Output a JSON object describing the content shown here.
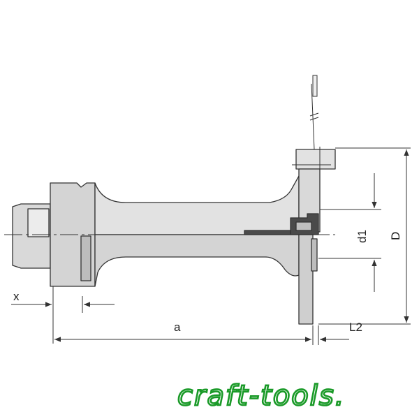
{
  "dimensions": {
    "x": "x",
    "a": "a",
    "L2": "L2",
    "d1": "d1",
    "D": "D"
  },
  "brand": {
    "text": "craft-tools.",
    "color": "#1a9a28"
  },
  "colors": {
    "line": "#333333",
    "body_fill": "#d9d9d9",
    "body_light": "#e6e6e6",
    "dark_fill": "#4a4a4a",
    "blade_fill": "#cfcfcf"
  }
}
